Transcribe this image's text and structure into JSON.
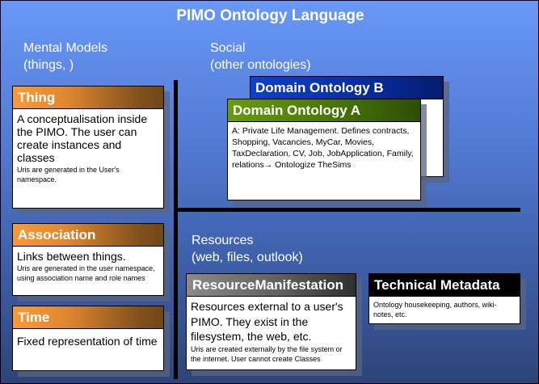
{
  "title": "PIMO Ontology Language",
  "sections": {
    "mental": [
      "Mental Models",
      "(things, )"
    ],
    "social": [
      "Social",
      "(other ontologies)"
    ],
    "resources": [
      "Resources",
      "(web, files, outlook)"
    ]
  },
  "boxes": {
    "thing": {
      "header": "Thing",
      "text": "A conceptualisation inside the PIMO. The user can create instances and classes",
      "note": "Uris are generated in the User's namespace."
    },
    "association": {
      "header": "Association",
      "text": "Links between things.",
      "note": "Uris are generated in the user namespace, using association name and role names"
    },
    "time": {
      "header": "Time",
      "text": "Fixed representation of time"
    },
    "domain_b": {
      "header": "Domain Ontology B"
    },
    "domain_a": {
      "header": "Domain Ontology A",
      "text": "A: Private Life Management. Defines contracts, Shopping, Vacancies, MyCar, Movies, TaxDeclaration, CV, Job, JobApplication, Family, relations→ Ontologize TheSims"
    },
    "resource": {
      "header": "ResourceManifestation",
      "text": "Resources external to a user's PIMO. They exist in the filesystem, the web, etc.",
      "note": "Uris are created externally by the file system or the internet. User cannot create Classes"
    },
    "technical": {
      "header": "Technical Metadata",
      "text": "Ontology housekeeping, authors, wiki-notes, etc."
    }
  }
}
